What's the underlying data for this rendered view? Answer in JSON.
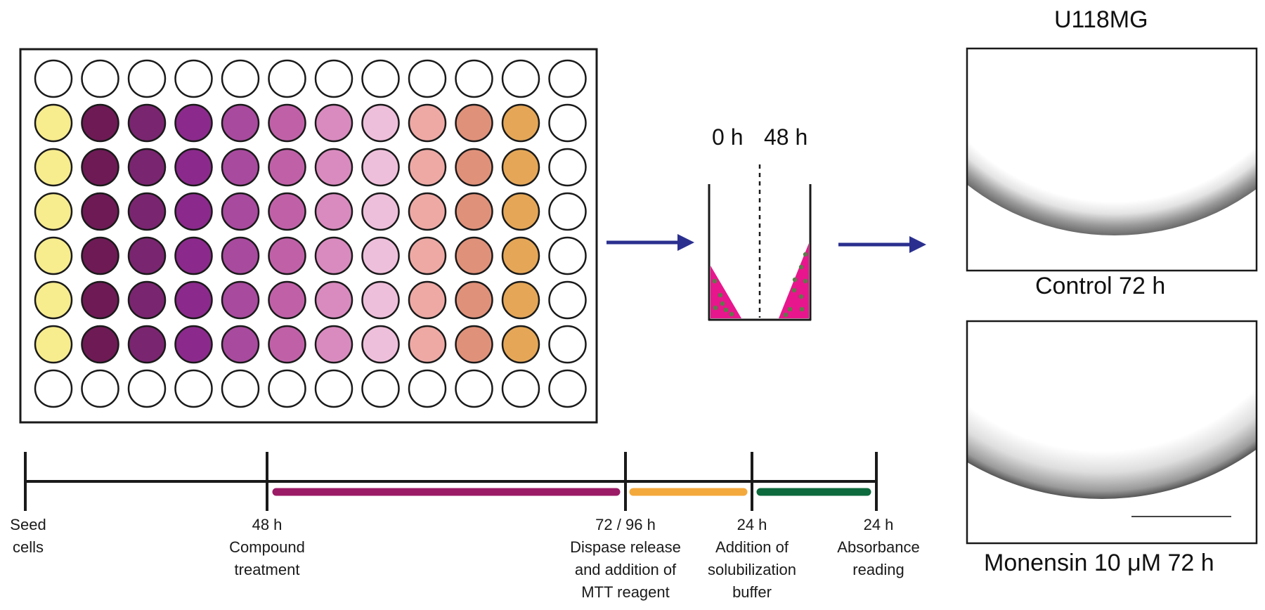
{
  "cell_line": "U118MG",
  "plate": {
    "rows": 8,
    "cols": 12,
    "column_colors": [
      "#f7ec8e",
      "#6e1a55",
      "#7a2570",
      "#8b2a8c",
      "#a84a9e",
      "#c061a8",
      "#d98bbf",
      "#eebfdb",
      "#eea9a5",
      "#e0917a",
      "#e5a757",
      "#ffffff"
    ],
    "empty_color": "#ffffff",
    "filled_rows": [
      1,
      2,
      3,
      4,
      5,
      6
    ]
  },
  "well_diagram": {
    "time_left": "0 h",
    "time_right": "48 h",
    "fill_color": "#e8168c",
    "dot_color": "#5d7a4a"
  },
  "arrow_color": "#2a2f8f",
  "timeline": {
    "segments": [
      {
        "name": "compound",
        "color": "#9b1b66"
      },
      {
        "name": "mtt",
        "color": "#f4a93c"
      },
      {
        "name": "solubilization",
        "color": "#0d6a3c"
      }
    ],
    "ticks": [
      {
        "lines": [
          "Seed",
          "cells"
        ]
      },
      {
        "lines": [
          "48 h",
          "Compound",
          "treatment"
        ]
      },
      {
        "lines": [
          "72 / 96 h",
          "Dispase release",
          "and addition of",
          "MTT reagent"
        ]
      },
      {
        "lines": [
          "24 h",
          "Addition of",
          "solubilization",
          "buffer"
        ]
      },
      {
        "lines": [
          "24 h",
          "Absorbance",
          "reading"
        ]
      }
    ]
  },
  "micrographs": [
    {
      "caption": "Control 72 h"
    },
    {
      "caption": "Monensin 10 μM 72 h"
    }
  ]
}
